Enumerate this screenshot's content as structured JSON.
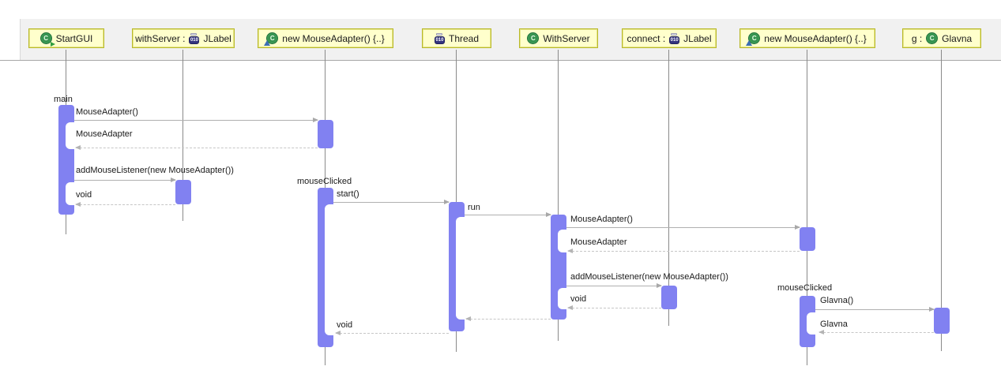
{
  "diagram": {
    "lifelines": [
      {
        "prefix": "",
        "name": "StartGUI",
        "icon": "class-run-icon"
      },
      {
        "prefix": "withServer :",
        "name": "JLabel",
        "icon": "field-icon"
      },
      {
        "prefix": "",
        "name": "new MouseAdapter() {..}",
        "icon": "anonymous-class-icon"
      },
      {
        "prefix": "",
        "name": "Thread",
        "icon": "field-icon"
      },
      {
        "prefix": "",
        "name": "WithServer",
        "icon": "class-icon"
      },
      {
        "prefix": "connect :",
        "name": "JLabel",
        "icon": "field-icon"
      },
      {
        "prefix": "",
        "name": "new MouseAdapter() {..}",
        "icon": "anonymous-class-icon"
      },
      {
        "prefix": "g :",
        "name": "Glavna",
        "icon": "class-icon"
      }
    ],
    "messages": {
      "main": "main",
      "mouse_adapter_call": "MouseAdapter()",
      "mouse_adapter_return": "MouseAdapter",
      "add_mouse_listener": "addMouseListener(new MouseAdapter())",
      "void_return": "void",
      "mouse_clicked": "mouseClicked",
      "start_call": "start()",
      "run_call": "run",
      "glavna_call": "Glavna()",
      "glavna_return": "Glavna"
    },
    "icons": {
      "class_letter": "C",
      "field_text": "010"
    },
    "colors": {
      "header_fill": "#ffffcc",
      "header_border": "#b9b92a",
      "band_fill": "#f1f1f1",
      "activation_fill": "#8181f1",
      "lifeline": "#8a8a8a",
      "call_arrow": "#b0b0b0",
      "return_arrow": "#c6c6c6",
      "class_icon_green": "#3f9e57",
      "field_icon_navy": "#34347e"
    }
  }
}
